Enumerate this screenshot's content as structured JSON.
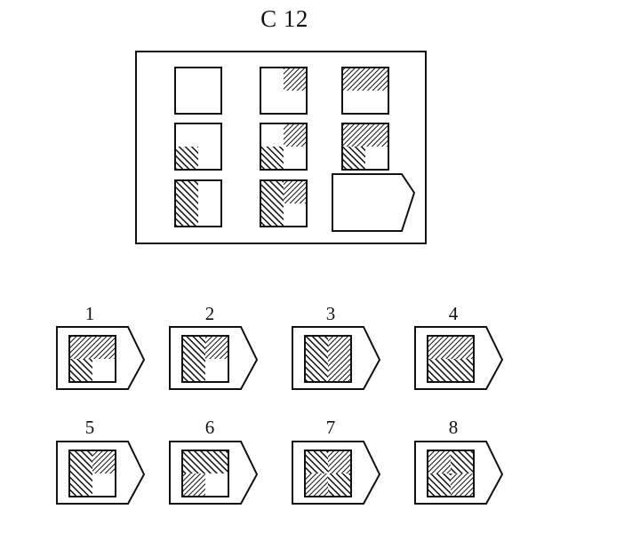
{
  "puzzle": {
    "title": "C 12",
    "matrix_rows": 3,
    "matrix_cols": 3,
    "matrix_cells": [
      {
        "tl": "none",
        "tr": "none",
        "bl": "none",
        "br": "none"
      },
      {
        "tl": "none",
        "tr": "hatch-nw",
        "bl": "none",
        "br": "none"
      },
      {
        "tl": "hatch-nw",
        "tr": "hatch-nw",
        "bl": "none",
        "br": "none"
      },
      {
        "tl": "none",
        "tr": "none",
        "bl": "hatch-ne",
        "br": "none"
      },
      {
        "tl": "none",
        "tr": "hatch-nw",
        "bl": "hatch-ne",
        "br": "none"
      },
      {
        "tl": "hatch-nw",
        "tr": "hatch-nw",
        "bl": "hatch-ne",
        "br": "none"
      },
      {
        "tl": "hatch-ne",
        "tr": "none",
        "bl": "hatch-ne",
        "br": "none"
      },
      {
        "tl": "hatch-ne",
        "tr": "hatch-nw",
        "bl": "hatch-ne",
        "br": "none"
      },
      "missing"
    ]
  },
  "options": [
    {
      "label": "1",
      "tl": "hatch-nw",
      "tr": "hatch-nw",
      "bl": "hatch-ne",
      "br": "none"
    },
    {
      "label": "2",
      "tl": "hatch-ne",
      "tr": "hatch-nw",
      "bl": "hatch-ne",
      "br": "none"
    },
    {
      "label": "3",
      "tl": "hatch-ne",
      "tr": "hatch-nw",
      "bl": "hatch-ne",
      "br": "hatch-nw"
    },
    {
      "label": "4",
      "tl": "hatch-nw",
      "tr": "hatch-nw",
      "bl": "hatch-ne",
      "br": "hatch-ne"
    },
    {
      "label": "5",
      "tl": "hatch-ne",
      "tr": "hatch-nw",
      "bl": "hatch-ne",
      "br": "none"
    },
    {
      "label": "6",
      "tl": "hatch-ne",
      "tr": "hatch-ne",
      "bl": "hatch-nw",
      "br": "none"
    },
    {
      "label": "7",
      "tl": "hatch-ne",
      "tr": "hatch-nw",
      "bl": "hatch-nw",
      "br": "hatch-ne"
    },
    {
      "label": "8",
      "tl": "hatch-nw",
      "tr": "hatch-ne",
      "bl": "hatch-ne",
      "br": "hatch-nw"
    }
  ]
}
